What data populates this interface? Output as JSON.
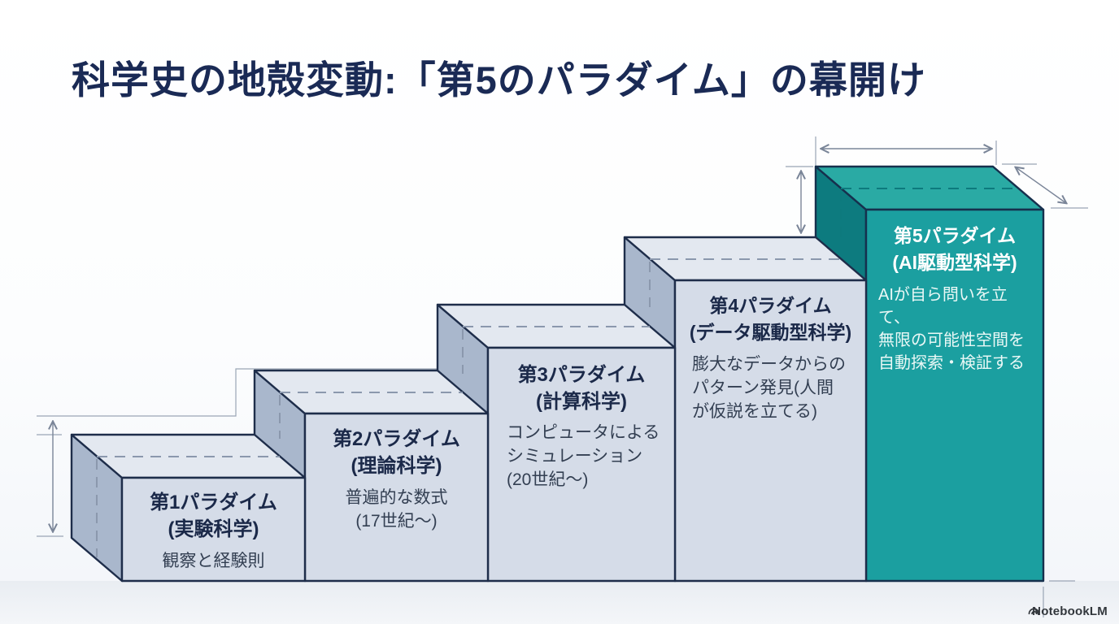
{
  "title": "科学史の地殻変動:「第5のパラダイム」の幕開け",
  "steps": [
    {
      "name": "第1パラダイム",
      "field": "(実験科学)",
      "desc": [
        "観察と経験則"
      ]
    },
    {
      "name": "第2パラダイム",
      "field": "(理論科学)",
      "desc": [
        "普遍的な数式",
        "(17世紀〜)"
      ]
    },
    {
      "name": "第3パラダイム",
      "field": "(計算科学)",
      "desc": [
        "コンピュータによる",
        "シミュレーション",
        "(20世紀〜)"
      ]
    },
    {
      "name": "第4パラダイム",
      "field": "(データ駆動型科学)",
      "desc": [
        "膨大なデータからの",
        "パターン発見(人間",
        "が仮説を立てる)"
      ]
    },
    {
      "name": "第5パラダイム",
      "field": "(AI駆動型科学)",
      "desc": [
        "AIが自ら問いを立て、",
        "無限の可能性空間を",
        "自動探索・検証する"
      ]
    }
  ],
  "watermark": {
    "label": "NotebookLM"
  },
  "colors": {
    "accent_teal_front": "#1b9fa0",
    "accent_teal_top": "#2aaaa4",
    "accent_teal_side": "#0d7b7f",
    "block_front": "#d5dce8",
    "block_top": "#e3e8f0",
    "block_side": "#a9b7cc",
    "outline_navy": "#1e2d4a",
    "title_navy": "#1a2a55",
    "guide_gray": "#9aa5b5"
  }
}
